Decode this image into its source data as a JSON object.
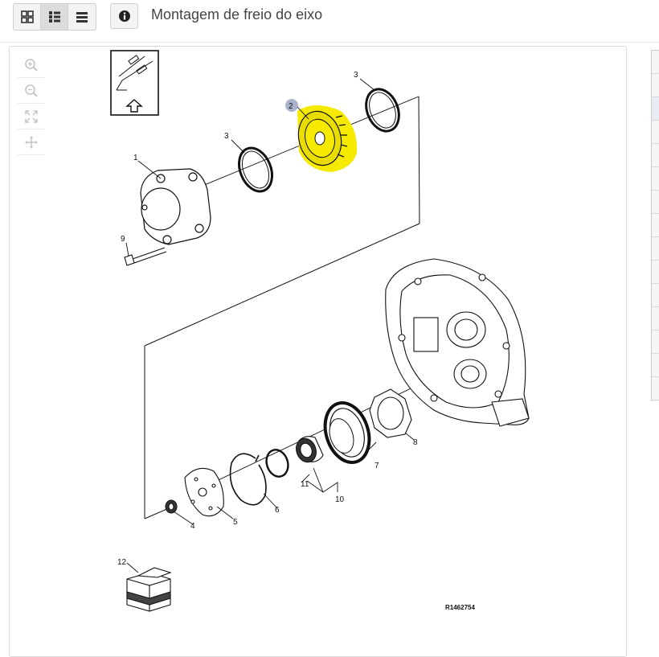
{
  "header": {
    "title": "Montagem de freio do eixo",
    "view_buttons": [
      "grid-view",
      "list-detail-view",
      "list-view"
    ],
    "active_view": "list-detail-view"
  },
  "zoom_tools": [
    "zoom-in-icon",
    "zoom-out-icon",
    "fit-screen-icon",
    "pan-icon"
  ],
  "diagram": {
    "reference": "R1462754",
    "callouts": [
      "1",
      "2",
      "3",
      "3",
      "4",
      "5",
      "6",
      "7",
      "8",
      "9",
      "10",
      "11",
      "12"
    ],
    "highlighted_part": "2",
    "highlight_color": "#f5ea00"
  },
  "colors": {
    "accent": "#f5ea00",
    "badge": "#a9b4cc"
  }
}
